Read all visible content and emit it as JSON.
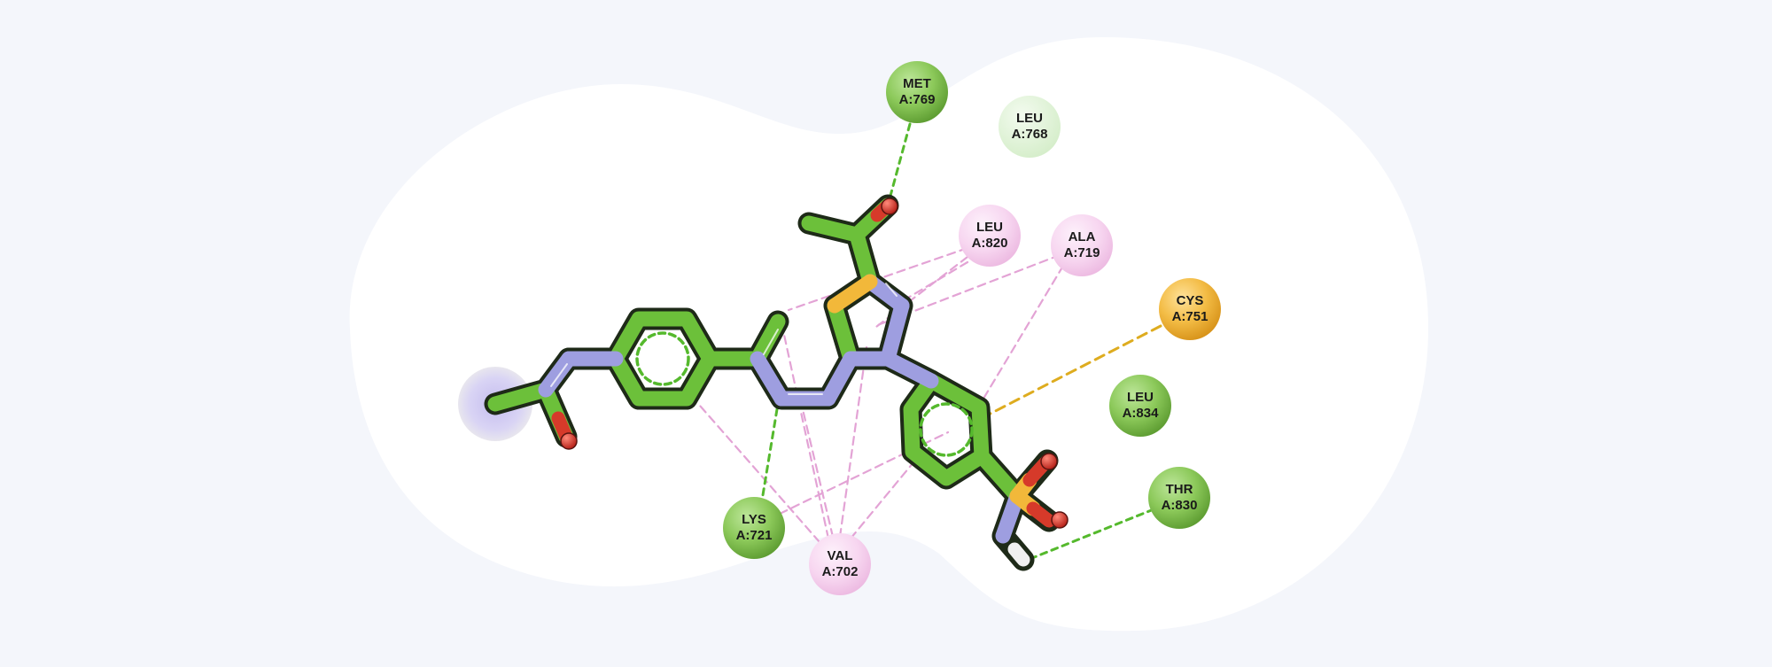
{
  "diagram": {
    "type": "2D ligand-protein interaction diagram",
    "colors": {
      "background": "#f4f6fb",
      "pocket": "#ffffff",
      "carbon_bond": "#6cc03a",
      "nitrogen_bond": "#9e9ee0",
      "oxygen_atom": "#d63a2a",
      "sulfur_atom": "#f2b83a",
      "hydrogen_bond": "#55b92d",
      "hydrophobic_contact": "#e3a3d5",
      "pi_sulfur": "#deac1f",
      "van_der_waals": "#d9f0cf"
    },
    "residues": [
      {
        "id": "met769",
        "line1": "MET",
        "line2": "A:769",
        "kind": "hydrogen-bond"
      },
      {
        "id": "leu768",
        "line1": "LEU",
        "line2": "A:768",
        "kind": "van-der-waals"
      },
      {
        "id": "leu820",
        "line1": "LEU",
        "line2": "A:820",
        "kind": "hydrophobic"
      },
      {
        "id": "ala719",
        "line1": "ALA",
        "line2": "A:719",
        "kind": "hydrophobic"
      },
      {
        "id": "cys751",
        "line1": "CYS",
        "line2": "A:751",
        "kind": "pi-sulfur"
      },
      {
        "id": "leu834",
        "line1": "LEU",
        "line2": "A:834",
        "kind": "hydrogen-bond"
      },
      {
        "id": "thr830",
        "line1": "THR",
        "line2": "A:830",
        "kind": "hydrogen-bond"
      },
      {
        "id": "lys721",
        "line1": "LYS",
        "line2": "A:721",
        "kind": "hydrogen-bond"
      },
      {
        "id": "val702",
        "line1": "VAL",
        "line2": "A:702",
        "kind": "hydrophobic"
      }
    ]
  }
}
